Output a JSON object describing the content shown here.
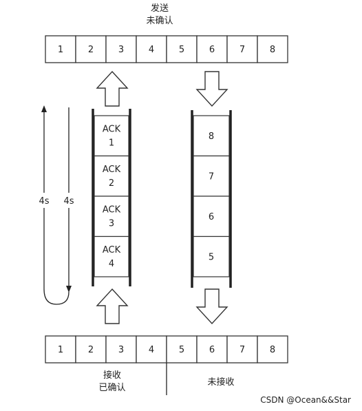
{
  "top_label": {
    "line1": "发送",
    "line2": "未确认"
  },
  "top_row": [
    "1",
    "2",
    "3",
    "4",
    "5",
    "6",
    "7",
    "8"
  ],
  "ack_queue": [
    {
      "line1": "ACK",
      "line2": "1"
    },
    {
      "line1": "ACK",
      "line2": "2"
    },
    {
      "line1": "ACK",
      "line2": "3"
    },
    {
      "line1": "ACK",
      "line2": "4"
    }
  ],
  "send_queue": [
    "8",
    "7",
    "6",
    "5"
  ],
  "timer_labels": {
    "left": "4s",
    "right": "4s"
  },
  "bottom_row": [
    "1",
    "2",
    "3",
    "4",
    "5",
    "6",
    "7",
    "8"
  ],
  "bottom_labels": {
    "left": {
      "line1": "接收",
      "line2": "已确认"
    },
    "right": "未接收"
  },
  "watermark": "CSDN @Ocean&&Star"
}
